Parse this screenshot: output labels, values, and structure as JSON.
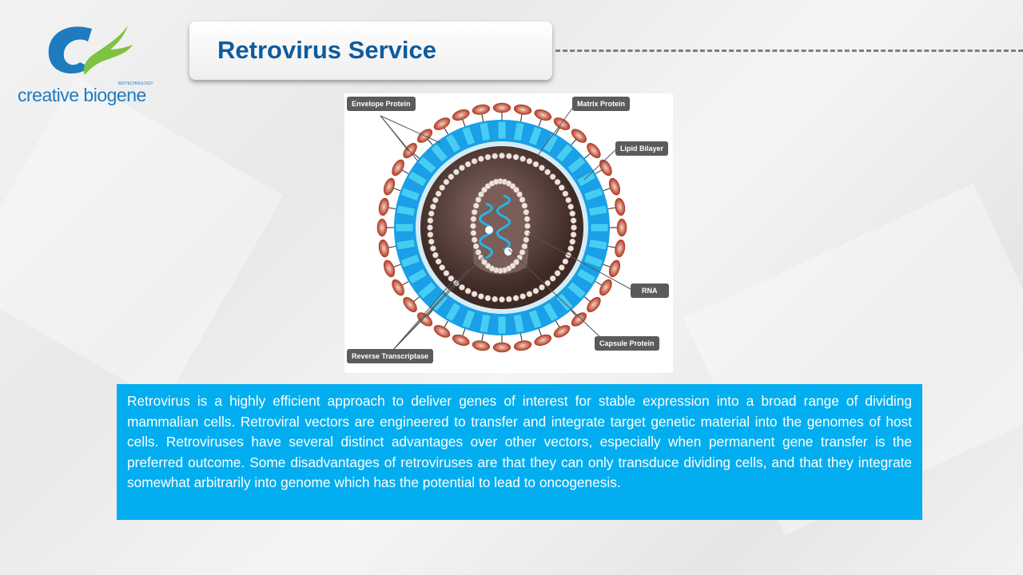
{
  "brand": {
    "name": "creative biogene",
    "tagline": "BIOTECHNOLOGY",
    "colors": {
      "blue": "#1f7bbf",
      "green": "#7dc242"
    }
  },
  "header": {
    "title": "Retrovirus Service"
  },
  "diagram": {
    "labels": {
      "envelope_protein": "Envelope Protein",
      "matrix_protein": "Matrix Protein",
      "lipid_bilayer": "Lipid Bilayer",
      "rna": "RNA",
      "capsule_protein": "Capsule Protein",
      "reverse_transcriptase": "Reverse Transcriptase"
    }
  },
  "description": {
    "text": "Retrovirus is a highly efficient approach to deliver genes of interest for stable expression into a broad range of dividing mammalian cells. Retroviral vectors are engineered to transfer and integrate target genetic material into the genomes of host cells. Retroviruses have several distinct advantages over other vectors, especially when permanent gene transfer is the preferred outcome. Some disadvantages of retroviruses are that they can only transduce dividing cells, and that they integrate somewhat arbitrarily into genome which has the potential to lead to oncogenesis.",
    "bg_color": "#02aeef"
  }
}
